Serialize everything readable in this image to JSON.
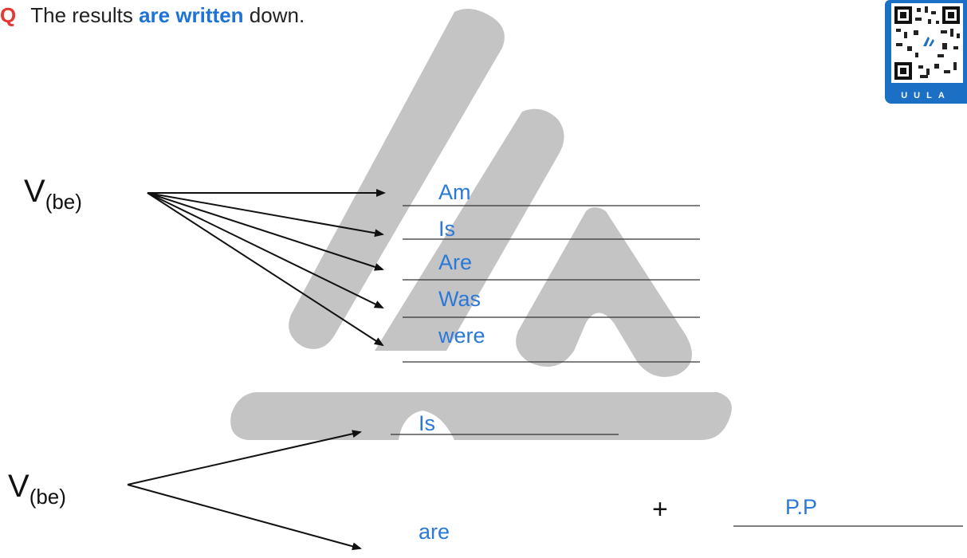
{
  "header": {
    "question_icon": "Q",
    "text_before": "The results ",
    "text_emphasis": "are written",
    "text_after": " down."
  },
  "qr_badge": {
    "label": "UULA"
  },
  "section1": {
    "verb_label": "V",
    "verb_subscript": "(be)",
    "forms": [
      "Am",
      "Is",
      "Are",
      "Was",
      "were"
    ]
  },
  "section2": {
    "verb_label": "V",
    "verb_subscript": "(be)",
    "upper_form": "Is",
    "lower_form": "are",
    "plus_sign": "+",
    "participle": "P.P"
  },
  "colors": {
    "accent_blue": "#2a78d8",
    "question_red": "#e53935",
    "watermark_gray": "#c4c4c4",
    "qr_blue": "#1b6fc4"
  }
}
